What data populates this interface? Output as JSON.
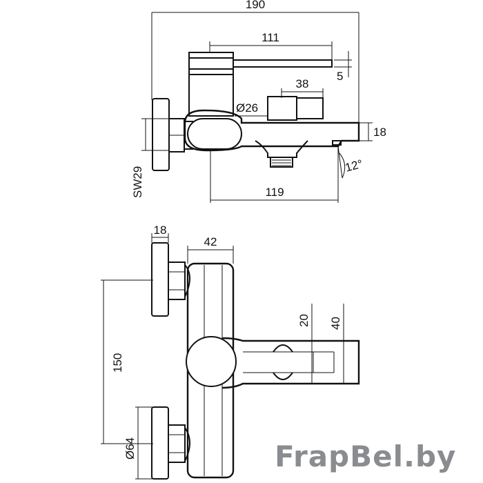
{
  "dimensions": {
    "overall_width": "190",
    "lever_length": "111",
    "lever_offset": "5",
    "diverter_length": "38",
    "diverter_diameter": "Ø26",
    "spout_height": "18",
    "wrench_size": "SW29",
    "spout_angle": "12°",
    "spout_reach": "119",
    "flange_depth": "18",
    "body_width": "42",
    "diverter_width": "20",
    "spout_depth": "40",
    "center_distance": "150",
    "flange_diameter": "Ø64"
  },
  "watermark": "FrapBel.by"
}
